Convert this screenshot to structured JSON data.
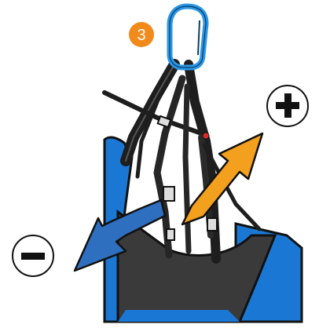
{
  "diagram": {
    "step_badge": {
      "number": "3",
      "color": "#f28a1b"
    },
    "plus_badge": {
      "icon": "plus-icon",
      "meaning": "tighten"
    },
    "minus_badge": {
      "icon": "minus-icon",
      "meaning": "loosen"
    },
    "colors": {
      "harness_blue": "#1a78d4",
      "harness_dark": "#3a3a3a",
      "strap": "#1e1e1e",
      "carabiner": "#2b97e6",
      "arrow_up": "#f3a01f",
      "arrow_down": "#2f6fbf",
      "buckle_red": "#e02a2a"
    }
  }
}
